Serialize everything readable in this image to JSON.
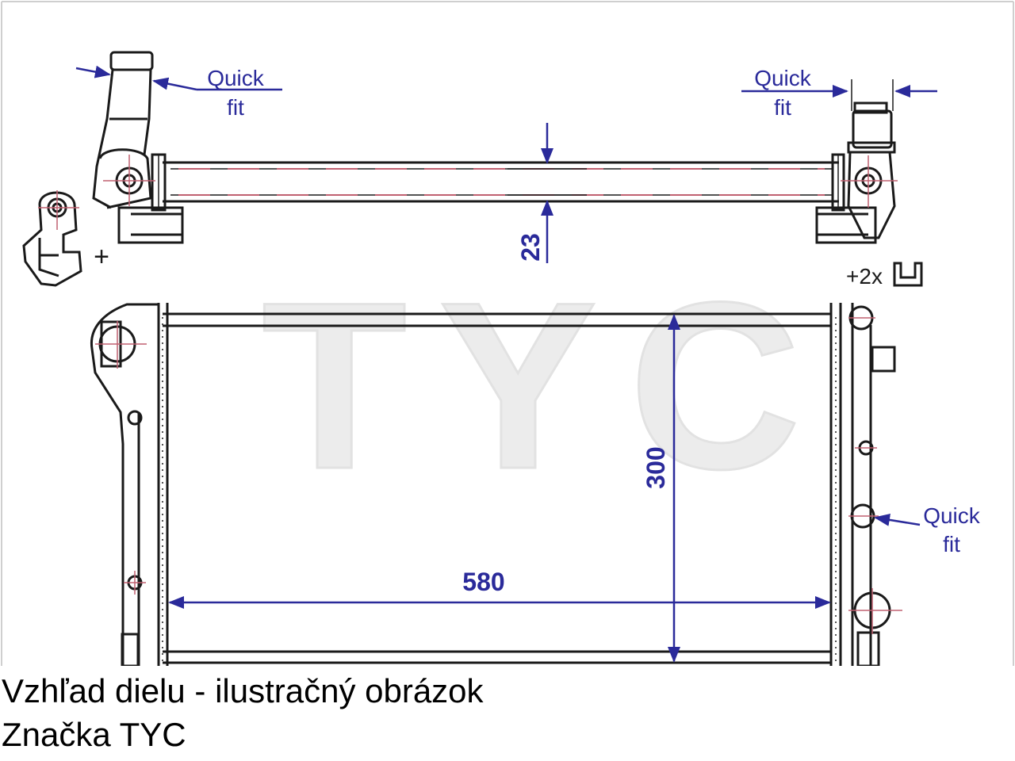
{
  "drawing": {
    "callouts": {
      "top_left": [
        "Quick",
        "fit"
      ],
      "top_right": [
        "Quick",
        "fit"
      ],
      "right_side": [
        "Quick",
        "fit"
      ]
    },
    "dimensions": {
      "pipe_diameter": "23",
      "core_height": "300",
      "core_width": "580"
    },
    "accessories": {
      "bracket_plus": "+",
      "clip_count": "+2x"
    },
    "watermark": "TYC",
    "colors": {
      "line": "#1a1a1a",
      "dimension": "#2a2a9a",
      "centerline": "#c06070",
      "watermark": "#e8e8e8"
    }
  },
  "captions": {
    "line1": "Vzhľad dielu - ilustračný obrázok",
    "line2": "Značka TYC"
  }
}
